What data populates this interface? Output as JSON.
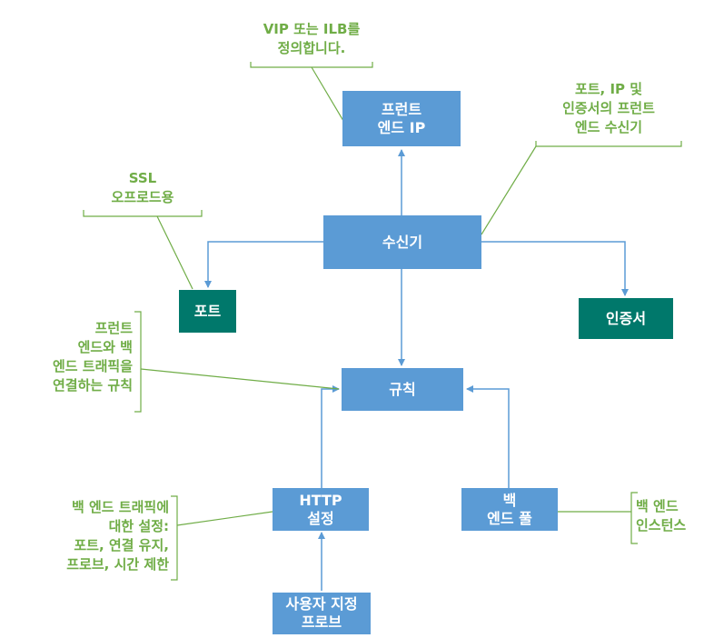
{
  "colors": {
    "box_blue": "#5b9bd5",
    "box_teal": "#00786b",
    "callout_green": "#70ad47",
    "arrow": "#5b9bd5"
  },
  "nodes": {
    "frontend_ip": [
      "프런트",
      "엔드 IP"
    ],
    "listener": [
      "수신기"
    ],
    "port": [
      "포트"
    ],
    "certificate": [
      "인증서"
    ],
    "rule": [
      "규칙"
    ],
    "http_settings": [
      "HTTP",
      "설정"
    ],
    "backend_pool": [
      "백",
      "엔드 풀"
    ],
    "custom_probe": [
      "사용자 지정",
      "프로브"
    ]
  },
  "callouts": {
    "vip_ilb": [
      "VIP 또는 ILB를",
      "정의합니다."
    ],
    "listener_desc": [
      "포트, IP 및",
      "인증서의 프런트",
      "엔드 수신기"
    ],
    "ssl": [
      "SSL",
      "오프로드용"
    ],
    "rule_desc": [
      "프런트",
      "엔드와 백",
      "엔드 트래픽을",
      "연결하는 규칙"
    ],
    "http_desc": [
      "백 엔드 트래픽에",
      "대한 설정:",
      "포트, 연결 유지,",
      "프로브, 시간 제한"
    ],
    "pool_desc": [
      "백 엔드",
      "인스턴스"
    ]
  }
}
